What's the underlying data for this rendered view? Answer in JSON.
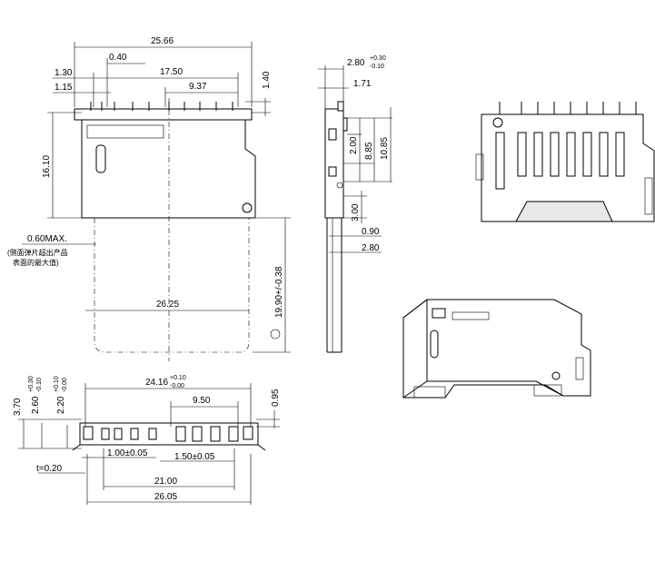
{
  "top_view": {
    "dim_overall_width": "25.66",
    "dim_pin_width": "0.40",
    "dim_offset_1": "1.30",
    "dim_pin_span": "17.50",
    "dim_offset_2": "1.15",
    "dim_pin_group": "9.37",
    "dim_pin_length": "1.40",
    "dim_body_height": "16.10",
    "note_max": "0.60MAX.",
    "note_cn_1": "(侧面弹片超出产品",
    "note_cn_2": "表面的最大值)",
    "dim_card_width": "26.25",
    "dim_card_length": "19.90+/-0.38"
  },
  "side_view": {
    "dim_thickness": "2.80",
    "tol_upper": "+0.30",
    "tol_lower": "-0.10",
    "dim_1": "1.71",
    "dim_2": "2.00",
    "dim_3": "8.85",
    "dim_4": "10.85",
    "dim_5": "3.00",
    "dim_6": "0.90",
    "dim_7": "2.80"
  },
  "front_view": {
    "dim_height": "3.70",
    "dim_h1": "2.60",
    "dim_h1_tol_upper": "+0.30",
    "dim_h1_tol_lower": "-0.10",
    "dim_h2": "2.20",
    "dim_h2_tol_upper": "+0.10",
    "dim_h2_tol_lower": "-0.00",
    "dim_width_inner": "24.16",
    "dim_w_tol_upper": "+0.10",
    "dim_w_tol_lower": "-0.00",
    "dim_group": "9.50",
    "dim_right": "0.95",
    "dim_pitch_1": "1.00±0.05",
    "dim_pitch_2": "1.50±0.05",
    "dim_thickness": "t=0.20",
    "dim_span": "21.00",
    "dim_overall": "26.05"
  }
}
